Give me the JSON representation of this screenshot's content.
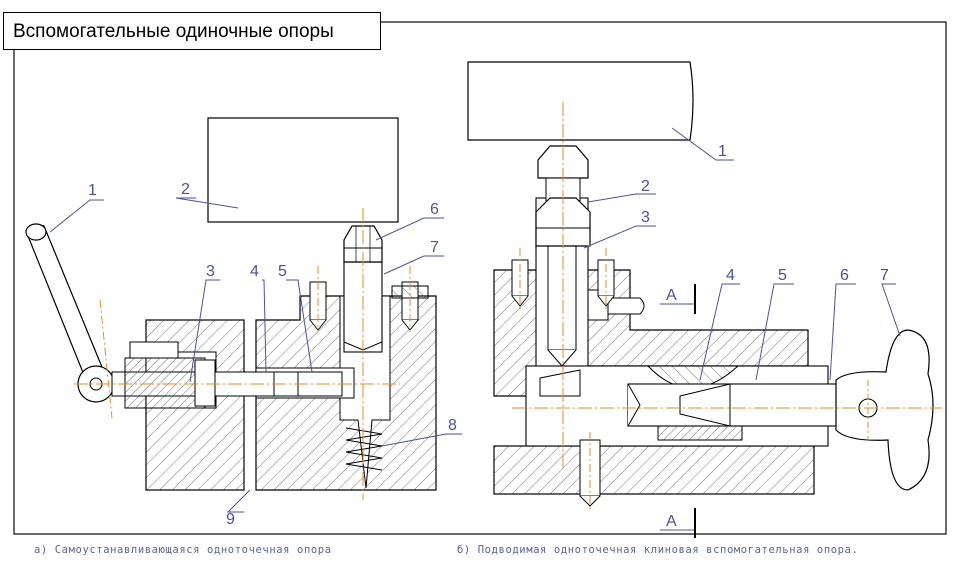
{
  "title": "Вспомогательные одиночные опоры",
  "caption_a": "а) Самоустанавливающаяся одноточечная опора",
  "caption_b": "б) Подводимая одноточечная клиновая вспомогательная опора.",
  "left_labels": {
    "l1": "1",
    "l2": "2",
    "l3": "3",
    "l4": "4",
    "l5": "5",
    "l6": "6",
    "l7": "7",
    "l8": "8",
    "l9": "9"
  },
  "right_labels": {
    "r1": "1",
    "r2": "2",
    "r3": "3",
    "r4": "4",
    "r5": "5",
    "r6": "6",
    "r7": "7"
  },
  "section_label": "А",
  "colors": {
    "line": "#000000",
    "leader": "#4a52a0",
    "centerline": "#f08a1c",
    "border": "#1a1a1a"
  }
}
